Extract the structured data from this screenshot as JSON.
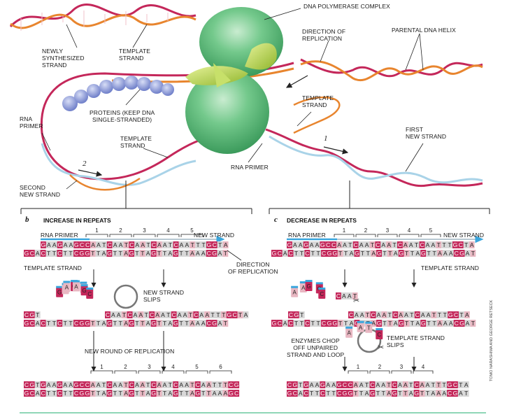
{
  "top": {
    "labels": {
      "dna_polymerase": "DNA POLYMERASE COMPLEX",
      "newly_synthesized": "NEWLY\nSYNTHESIZED\nSTRAND",
      "template_strand_1": "TEMPLATE\nSTRAND",
      "direction_of_replication": "DIRECTION OF\nREPLICATION",
      "parental_helix": "PARENTAL DNA HELIX",
      "proteins": "PROTEINS (KEEP DNA\nSINGLE-STRANDED)",
      "template_strand_2": "TEMPLATE\nSTRAND",
      "rna_primer_left": "RNA\nPRIMER",
      "template_strand_3": "TEMPLATE\nSTRAND",
      "rna_primer_mid": "RNA PRIMER",
      "first_new_strand": "FIRST\nNEW STRAND",
      "second_new_strand": "SECOND\nNEW STRAND",
      "step_1": "1",
      "step_2": "2"
    }
  },
  "panel_b": {
    "letter": "b",
    "title": "INCREASE IN REPEATS",
    "rna_primer": "RNA PRIMER",
    "new_strand": "NEW STRAND",
    "template_strand": "TEMPLATE STRAND",
    "direction": "DIRECTION\nOF REPLICATION",
    "slips": "NEW STRAND\nSLIPS",
    "new_round": "NEW ROUND OF REPLICATION",
    "repeat_nums_top": [
      "1",
      "2",
      "3",
      "4",
      "5"
    ],
    "repeat_nums_bottom": [
      "1",
      "2",
      "3",
      "4",
      "5",
      "6"
    ],
    "seq1_top": "GAAGAAGCCAATCAATCAATCAATCAATTTGCTA",
    "seq1_bot": "GCACTTCTTCGGTTAGTTAGTTAGTTAGTTAAACGAT",
    "seq2_top_left": "CGT",
    "seq2_top_right": "CAATCAATCAATCAATCAATTTGCTA",
    "seq2_bot": "GCACTTCTTCGGTTAGTTAGTTAGTTAGTTAAACGAT",
    "loop_letters": [
      "G",
      "A",
      "A",
      "G",
      "A",
      "A",
      "G",
      "C"
    ],
    "seq3_top": "CGTGAAGAAGCCAATCAATCAATCAATCAATCAATTTCG",
    "seq3_bot": "GCACTTCTTCGGTTAGTTAGTTAGTTAGTTAGTTAAAGC"
  },
  "panel_c": {
    "letter": "c",
    "title": "DECREASE IN REPEATS",
    "rna_primer": "RNA PRIMER",
    "new_strand": "NEW STRAND",
    "template_strand": "TEMPLATE STRAND",
    "template_slips": "TEMPLATE STRAND\nSLIPS",
    "enzymes": "ENZYMES CHOP\nOFF UNPAIRED\nSTRAND AND LOOP",
    "repeat_nums_top": [
      "1",
      "2",
      "3",
      "4",
      "5"
    ],
    "repeat_nums_bottom": [
      "1",
      "2",
      "3",
      "4"
    ],
    "seq1_top": "GAAGAAGCCAATCAATCAATCAATCAATTTGCTA",
    "seq1_bot": "GCACTTCTTCGGTTAGTTAGTTAGTTAGTTAAACGAT",
    "seq2_top_left": "CGT",
    "seq2_top_right": "CAATCAATCAATCAATTTGCTA",
    "seq2_bot": "GCACTTCTTCGGTTAGTTAGTTAGTTAGTTAAACGAT",
    "tail": "CAAT",
    "loop_letters": [
      "A",
      "A",
      "T",
      "C"
    ],
    "seq3_top": "CGTGAAGAAGCCAATCAATCAATCAATTTGCTA",
    "seq3_bot": "GCACTTCTTCGGTTAGTTAGTTAGTTAAACGAT"
  },
  "credit": "TOMO NARASHIMA AND GEORGE RETSECK",
  "colors": {
    "strand_red": "#c4275a",
    "strand_orange": "#e8852e",
    "strand_lightblue": "#a9d3e8",
    "polymerase_green": "#5cbf7a",
    "polymerase_lime": "#b8d94a",
    "protein_blue": "#8a98d6",
    "base_pink": "#e8b7c2",
    "base_gray": "#d7d7d7",
    "base_red": "#c4275a",
    "primer_blue": "#3aa6dd",
    "footer_line": "#8fd7b7"
  }
}
